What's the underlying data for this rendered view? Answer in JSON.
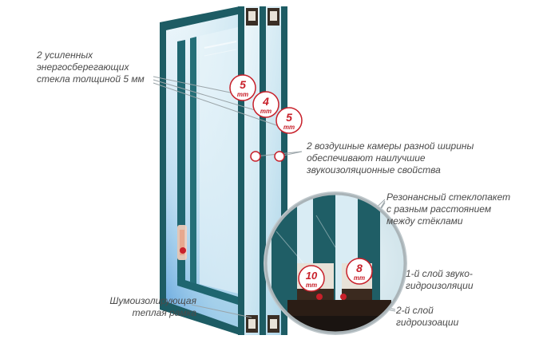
{
  "labels": {
    "glass_note": "2 усиленных\nэнергосберегающих\nстекла толщиной 5 мм",
    "air_chambers_note": "2 воздушные камеры разной ширины\nобеспечивают наилучшие\nзвукоизоляционные свойства",
    "resonance_note": "Резонансный стеклопакет\nс разным расстоянием\nмежду стёклами",
    "layer1_note": "1-й слой звуко-\nгидроизоляции",
    "layer2_note": "2-й слой\nгидроизоации",
    "frame_note": "Шумоизолирующая\nтеплая рамка"
  },
  "badges": {
    "glass_outer": {
      "value": "5",
      "unit": "mm"
    },
    "glass_middle": {
      "value": "4",
      "unit": "mm"
    },
    "glass_inner": {
      "value": "5",
      "unit": "mm"
    },
    "gap_wide": {
      "value": "10",
      "unit": "mm"
    },
    "gap_narrow": {
      "value": "8",
      "unit": "mm"
    }
  },
  "colors": {
    "frame": "#1f5e66",
    "frame_dark": "#14424a",
    "glass": "#d6ecf5",
    "glass_light": "#eef7fb",
    "accent": "#c8202a",
    "leader": "#9aa4a8"
  }
}
